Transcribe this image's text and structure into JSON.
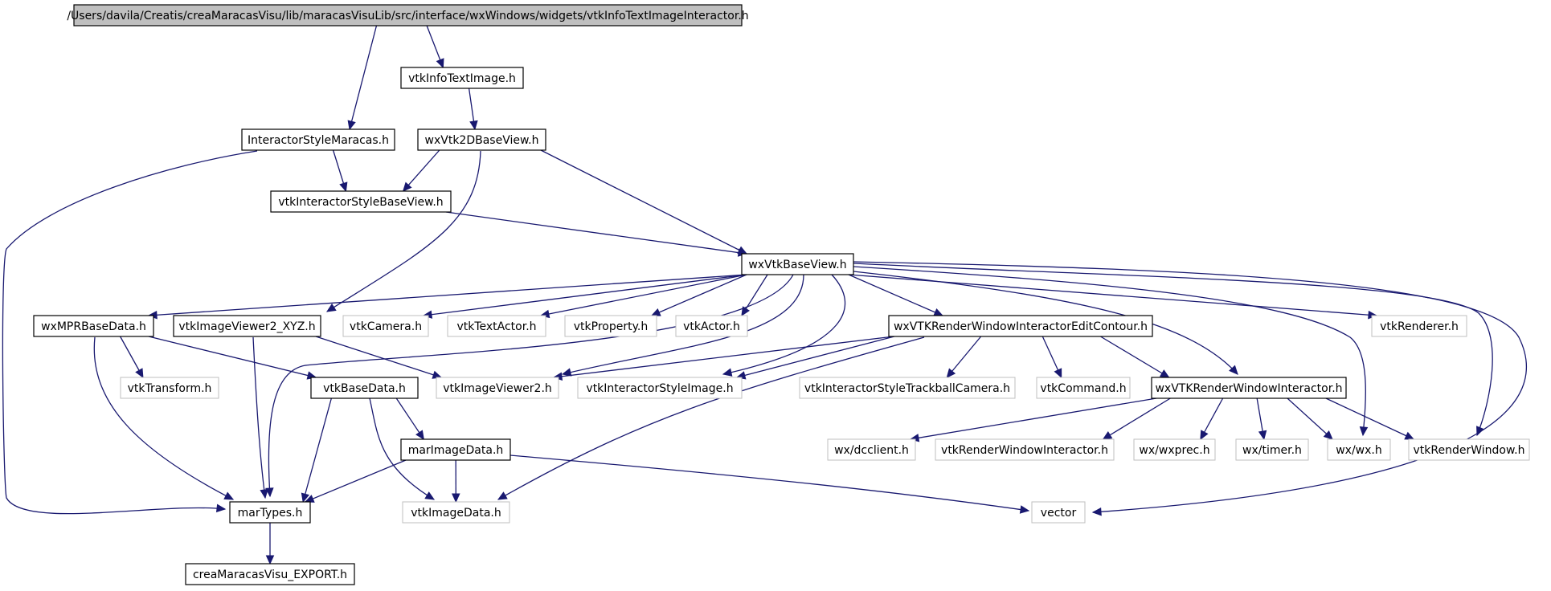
{
  "diagram": {
    "type": "include-dependency-graph",
    "colors": {
      "edge": "#191970",
      "root_fill": "#bfbfbf",
      "external_border": "#bfbfbf",
      "solid_border": "#000000"
    },
    "nodes": [
      {
        "id": "root",
        "label": "/Users/davila/Creatis/creaMaracasVisu/lib/maracasVisuLib/src/interface/wxWindows/widgets/vtkInfoTextImageInteractor.h",
        "kind": "root"
      },
      {
        "id": "vtkInfoTextImage",
        "label": "vtkInfoTextImage.h",
        "kind": "solid"
      },
      {
        "id": "InteractorStyleMaracas",
        "label": "InteractorStyleMaracas.h",
        "kind": "solid"
      },
      {
        "id": "wxVtk2DBaseView",
        "label": "wxVtk2DBaseView.h",
        "kind": "solid"
      },
      {
        "id": "vtkInteractorStyleBaseView",
        "label": "vtkInteractorStyleBaseView.h",
        "kind": "solid"
      },
      {
        "id": "wxVtkBaseView",
        "label": "wxVtkBaseView.h",
        "kind": "solid"
      },
      {
        "id": "wxMPRBaseData",
        "label": "wxMPRBaseData.h",
        "kind": "solid"
      },
      {
        "id": "vtkImageViewer2_XYZ",
        "label": "vtkImageViewer2_XYZ.h",
        "kind": "solid"
      },
      {
        "id": "vtkCamera",
        "label": "vtkCamera.h",
        "kind": "external"
      },
      {
        "id": "vtkTextActor",
        "label": "vtkTextActor.h",
        "kind": "external"
      },
      {
        "id": "vtkProperty",
        "label": "vtkProperty.h",
        "kind": "external"
      },
      {
        "id": "vtkActor",
        "label": "vtkActor.h",
        "kind": "external"
      },
      {
        "id": "wxVTKRenderWindowInteractorEditContour",
        "label": "wxVTKRenderWindowInteractorEditContour.h",
        "kind": "solid"
      },
      {
        "id": "vtkRenderer",
        "label": "vtkRenderer.h",
        "kind": "external"
      },
      {
        "id": "vtkTransform",
        "label": "vtkTransform.h",
        "kind": "external"
      },
      {
        "id": "vtkBaseData",
        "label": "vtkBaseData.h",
        "kind": "solid"
      },
      {
        "id": "vtkImageViewer2",
        "label": "vtkImageViewer2.h",
        "kind": "external"
      },
      {
        "id": "vtkInteractorStyleImage",
        "label": "vtkInteractorStyleImage.h",
        "kind": "external"
      },
      {
        "id": "vtkInteractorStyleTrackballCamera",
        "label": "vtkInteractorStyleTrackballCamera.h",
        "kind": "external"
      },
      {
        "id": "vtkCommand",
        "label": "vtkCommand.h",
        "kind": "external"
      },
      {
        "id": "wxVTKRenderWindowInteractor",
        "label": "wxVTKRenderWindowInteractor.h",
        "kind": "solid"
      },
      {
        "id": "marImageData",
        "label": "marImageData.h",
        "kind": "solid"
      },
      {
        "id": "wxdcclient",
        "label": "wx/dcclient.h",
        "kind": "external"
      },
      {
        "id": "vtkRenderWindowInteractor",
        "label": "vtkRenderWindowInteractor.h",
        "kind": "external"
      },
      {
        "id": "wxwxprec",
        "label": "wx/wxprec.h",
        "kind": "external"
      },
      {
        "id": "wxtimer",
        "label": "wx/timer.h",
        "kind": "external"
      },
      {
        "id": "wxwx",
        "label": "wx/wx.h",
        "kind": "external"
      },
      {
        "id": "vtkRenderWindow",
        "label": "vtkRenderWindow.h",
        "kind": "external"
      },
      {
        "id": "marTypes",
        "label": "marTypes.h",
        "kind": "solid"
      },
      {
        "id": "vtkImageData",
        "label": "vtkImageData.h",
        "kind": "external"
      },
      {
        "id": "vector",
        "label": "vector",
        "kind": "external"
      },
      {
        "id": "creaMaracasVisu_EXPORT",
        "label": "creaMaracasVisu_EXPORT.h",
        "kind": "solid"
      }
    ],
    "edges": [
      [
        "root",
        "vtkInfoTextImage"
      ],
      [
        "root",
        "InteractorStyleMaracas"
      ],
      [
        "vtkInfoTextImage",
        "wxVtk2DBaseView"
      ],
      [
        "InteractorStyleMaracas",
        "vtkInteractorStyleBaseView"
      ],
      [
        "InteractorStyleMaracas",
        "marTypes"
      ],
      [
        "wxVtk2DBaseView",
        "vtkInteractorStyleBaseView"
      ],
      [
        "wxVtk2DBaseView",
        "wxVtkBaseView"
      ],
      [
        "wxVtk2DBaseView",
        "vtkImageViewer2_XYZ"
      ],
      [
        "vtkInteractorStyleBaseView",
        "wxVtkBaseView"
      ],
      [
        "wxVtkBaseView",
        "wxMPRBaseData"
      ],
      [
        "wxVtkBaseView",
        "vtkCamera"
      ],
      [
        "wxVtkBaseView",
        "vtkTextActor"
      ],
      [
        "wxVtkBaseView",
        "vtkProperty"
      ],
      [
        "wxVtkBaseView",
        "vtkActor"
      ],
      [
        "wxVtkBaseView",
        "wxVTKRenderWindowInteractorEditContour"
      ],
      [
        "wxVtkBaseView",
        "vtkRenderer"
      ],
      [
        "wxVtkBaseView",
        "vtkImageViewer2"
      ],
      [
        "wxVtkBaseView",
        "vtkInteractorStyleImage"
      ],
      [
        "wxVtkBaseView",
        "marTypes"
      ],
      [
        "wxVtkBaseView",
        "wxVTKRenderWindowInteractor"
      ],
      [
        "wxVtkBaseView",
        "wxwx"
      ],
      [
        "wxVtkBaseView",
        "vtkRenderWindow"
      ],
      [
        "wxVtkBaseView",
        "vector"
      ],
      [
        "wxMPRBaseData",
        "vtkTransform"
      ],
      [
        "wxMPRBaseData",
        "vtkBaseData"
      ],
      [
        "wxMPRBaseData",
        "marTypes"
      ],
      [
        "vtkImageViewer2_XYZ",
        "vtkImageViewer2"
      ],
      [
        "vtkImageViewer2_XYZ",
        "marTypes"
      ],
      [
        "wxVTKRenderWindowInteractorEditContour",
        "vtkImageViewer2"
      ],
      [
        "wxVTKRenderWindowInteractorEditContour",
        "vtkInteractorStyleImage"
      ],
      [
        "wxVTKRenderWindowInteractorEditContour",
        "vtkInteractorStyleTrackballCamera"
      ],
      [
        "wxVTKRenderWindowInteractorEditContour",
        "vtkCommand"
      ],
      [
        "wxVTKRenderWindowInteractorEditContour",
        "wxVTKRenderWindowInteractor"
      ],
      [
        "wxVTKRenderWindowInteractorEditContour",
        "vtkImageData"
      ],
      [
        "vtkBaseData",
        "marImageData"
      ],
      [
        "vtkBaseData",
        "marTypes"
      ],
      [
        "vtkBaseData",
        "vtkImageData"
      ],
      [
        "wxVTKRenderWindowInteractor",
        "wxdcclient"
      ],
      [
        "wxVTKRenderWindowInteractor",
        "vtkRenderWindowInteractor"
      ],
      [
        "wxVTKRenderWindowInteractor",
        "wxwxprec"
      ],
      [
        "wxVTKRenderWindowInteractor",
        "wxtimer"
      ],
      [
        "wxVTKRenderWindowInteractor",
        "wxwx"
      ],
      [
        "wxVTKRenderWindowInteractor",
        "vtkRenderWindow"
      ],
      [
        "marImageData",
        "marTypes"
      ],
      [
        "marImageData",
        "vtkImageData"
      ],
      [
        "marImageData",
        "vector"
      ],
      [
        "marTypes",
        "creaMaracasVisu_EXPORT"
      ]
    ]
  }
}
